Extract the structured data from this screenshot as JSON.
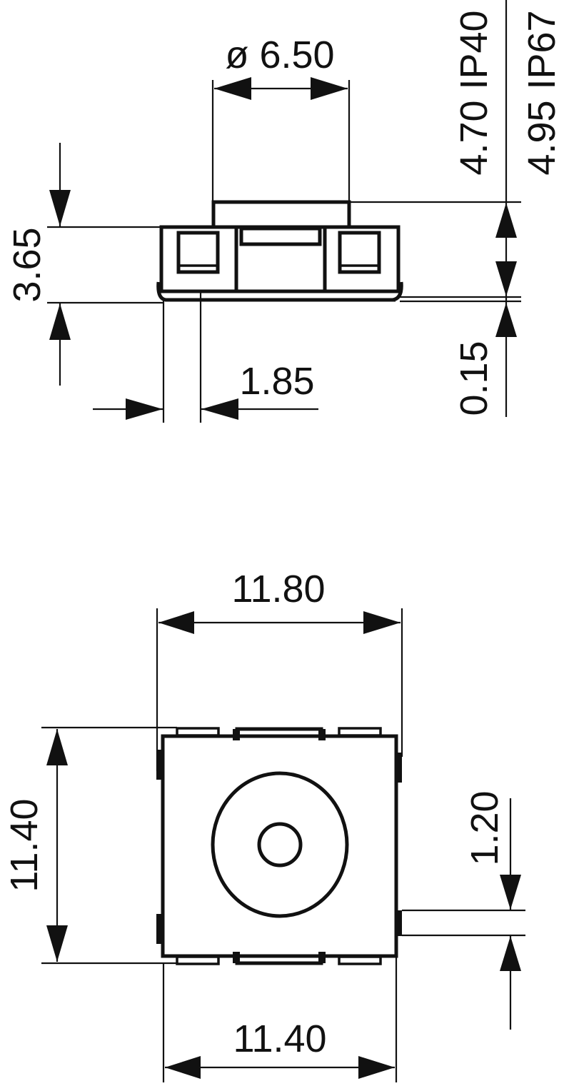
{
  "drawing": {
    "title": "Tactile switch dimensional drawing",
    "units": "mm",
    "colors": {
      "line": "#111111",
      "background": "#ffffff"
    },
    "side_view": {
      "dimensions": {
        "actuator_diameter": "ø 6.50",
        "body_height": "3.65",
        "terminal_width": "1.85",
        "standoff": "0.15",
        "height_ip40": "4.70 IP40",
        "height_ip67": "4.95 IP67"
      }
    },
    "top_view": {
      "dimensions": {
        "width_with_terminals": "11.80",
        "height": "11.40",
        "body_width": "11.40",
        "tab_width": "1.20"
      }
    }
  }
}
